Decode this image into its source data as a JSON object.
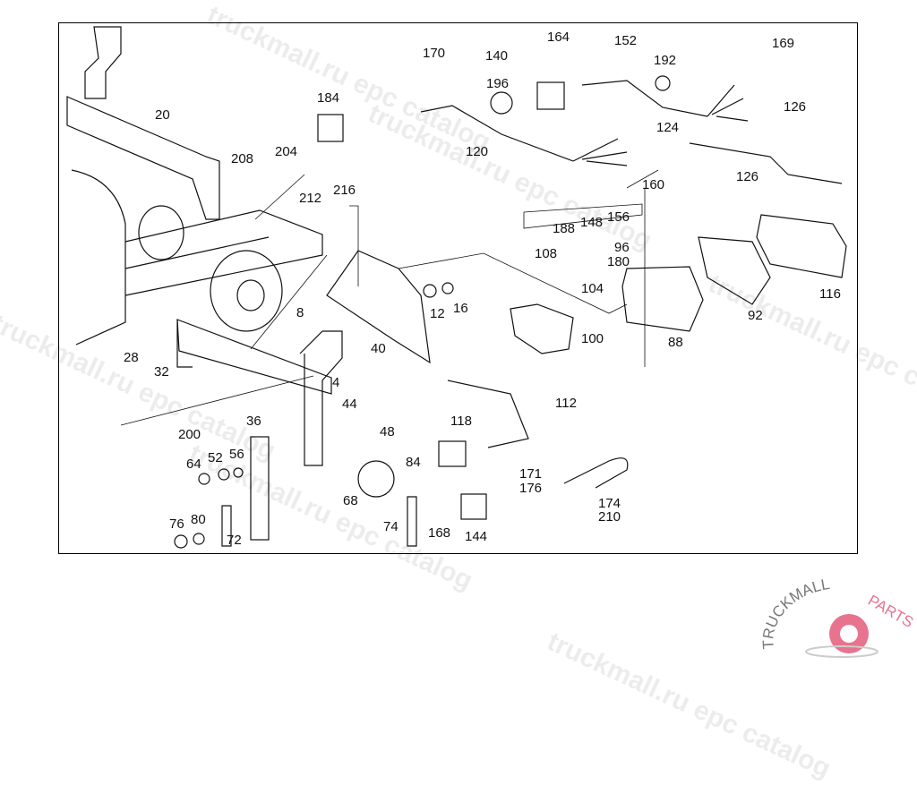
{
  "diagram": {
    "callouts": [
      "20",
      "208",
      "204",
      "184",
      "170",
      "140",
      "164",
      "152",
      "169",
      "196",
      "192",
      "126",
      "124",
      "120",
      "126",
      "212",
      "216",
      "160",
      "188",
      "148",
      "156",
      "96",
      "180",
      "108",
      "104",
      "116",
      "92",
      "88",
      "100",
      "12",
      "16",
      "40",
      "8",
      "28",
      "32",
      "4",
      "44",
      "48",
      "36",
      "200",
      "64",
      "52",
      "56",
      "76",
      "80",
      "72",
      "68",
      "84",
      "74",
      "168",
      "144",
      "118",
      "112",
      "171",
      "176",
      "174",
      "210"
    ]
  },
  "watermark": {
    "text": "truckmall.ru epc catalog"
  },
  "logo": {
    "text": "TRUCKMALLPARTS",
    "color_primary": "#e8738e",
    "color_secondary": "#777777"
  }
}
